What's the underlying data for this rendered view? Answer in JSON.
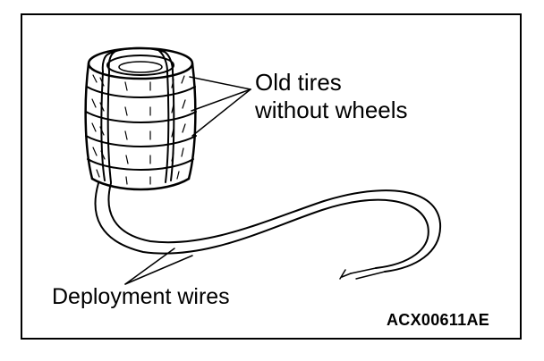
{
  "illustration": {
    "callout_tires": [
      "Old tires",
      "without wheels"
    ],
    "callout_wires": "Deployment wires",
    "figure_code": "ACX00611AE"
  },
  "colors": {
    "ink": "#000000",
    "paper": "#ffffff"
  },
  "icons": {
    "tire_stack": "tire-stack-illustration",
    "wire": "deployment-wire-illustration"
  }
}
